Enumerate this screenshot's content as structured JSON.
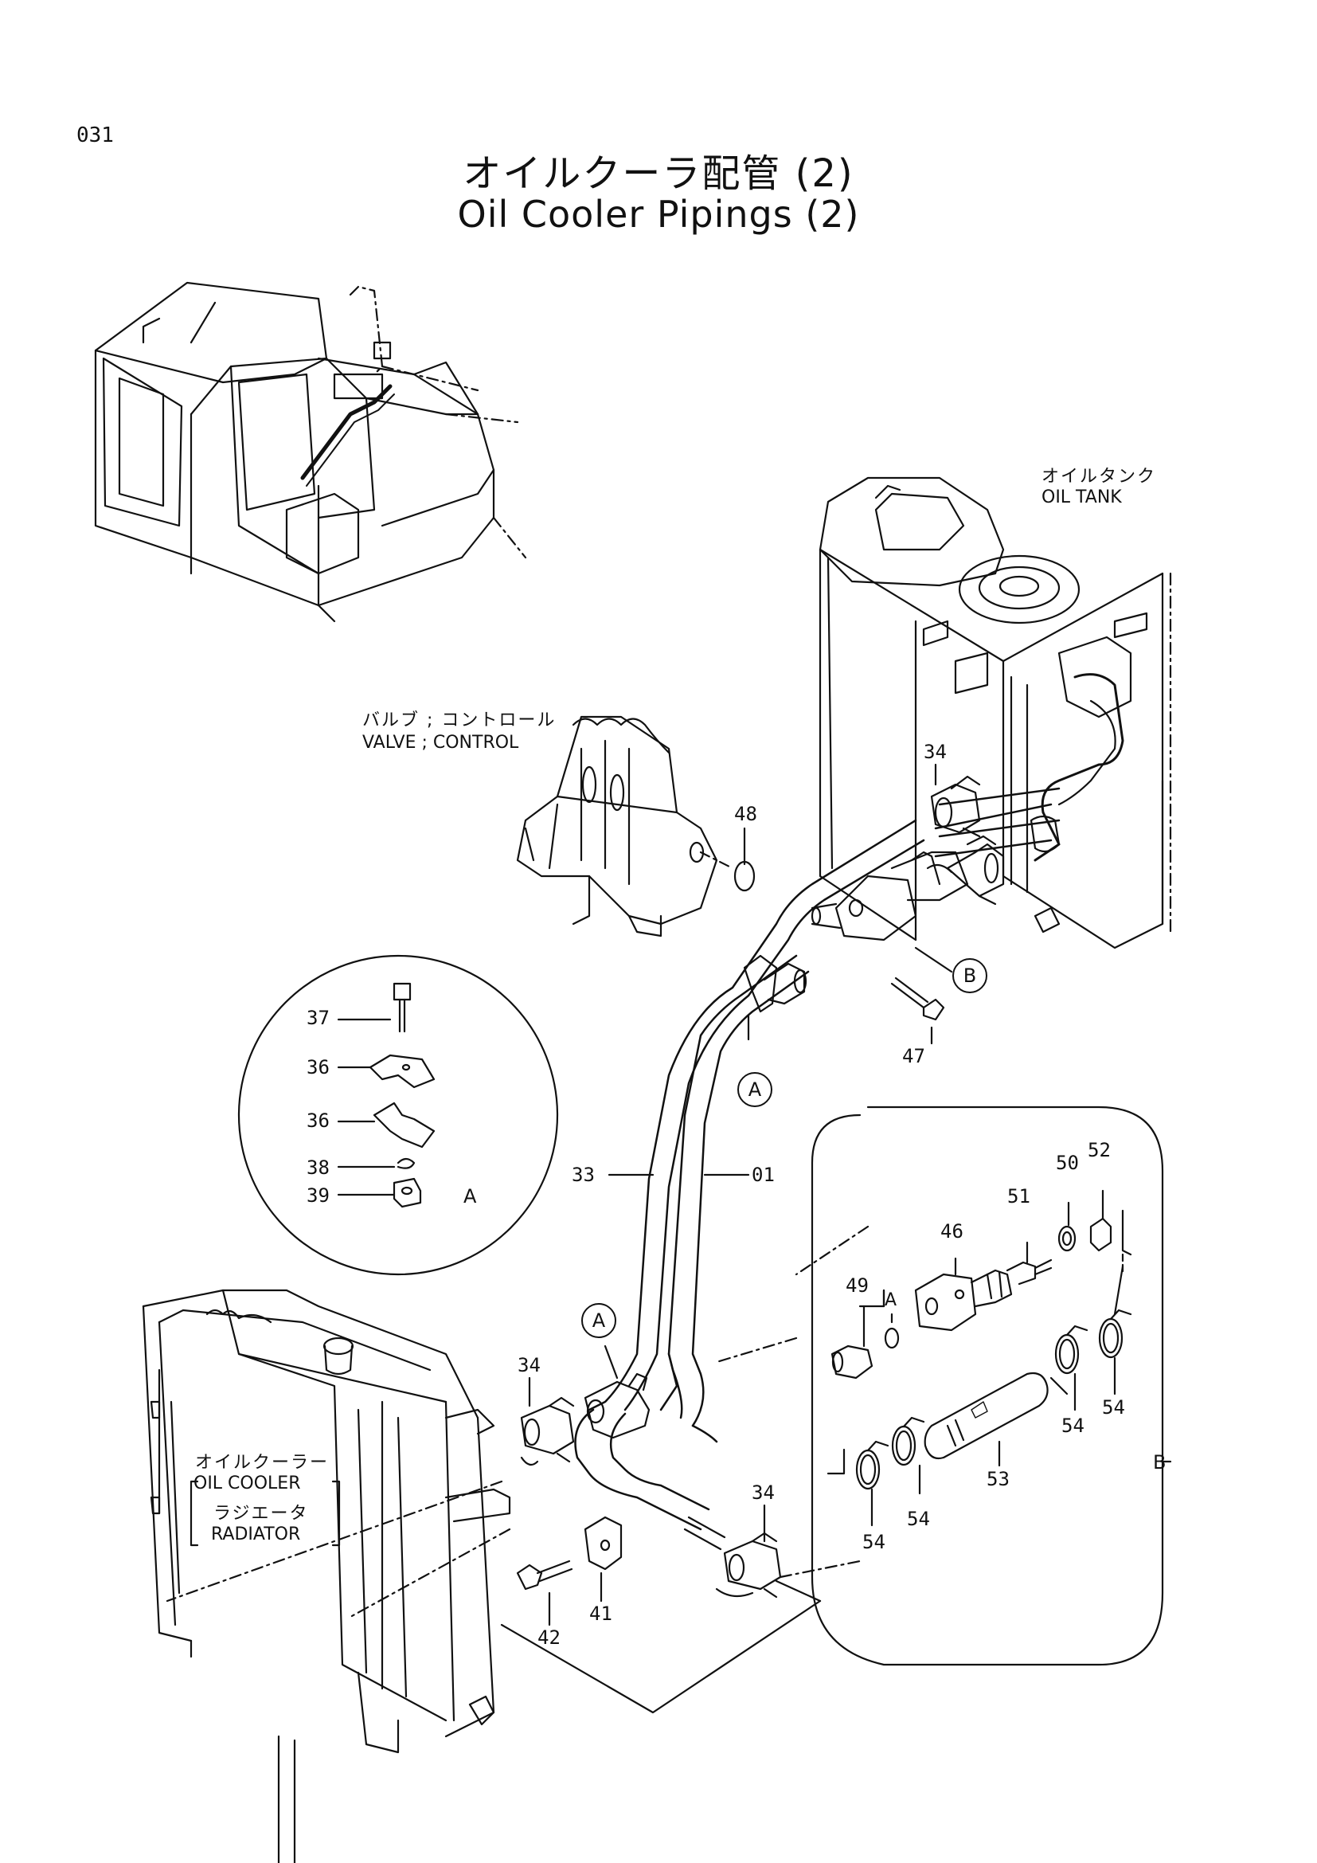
{
  "page_number": "031",
  "title_jp": "オイルクーラ配管 (2)",
  "title_en": "Oil Cooler Pipings (2)",
  "labels": {
    "oil_tank_jp": "オイルタンク",
    "oil_tank_en": "OIL TANK",
    "valve_jp": "バルブ ; コントロール",
    "valve_en": "VALVE ; CONTROL",
    "cooler_jp": "オイルクーラー",
    "cooler_en": "OIL COOLER",
    "radiator_jp": "ラジエータ",
    "radiator_en": "RADIATOR"
  },
  "detail_refs": {
    "a": "A",
    "b": "B"
  },
  "part_numbers": {
    "p01": "01",
    "p33": "33",
    "p34_top": "34",
    "p34_left": "34",
    "p34_bottom": "34",
    "p36_a": "36",
    "p36_b": "36",
    "p37": "37",
    "p38": "38",
    "p39": "39",
    "p41": "41",
    "p42": "42",
    "p46": "46",
    "p47": "47",
    "p48": "48",
    "p49": "49",
    "p50": "50",
    "p51": "51",
    "p52": "52",
    "p53": "53",
    "p54_a": "54",
    "p54_b": "54",
    "p54_c": "54",
    "p54_d": "54"
  }
}
